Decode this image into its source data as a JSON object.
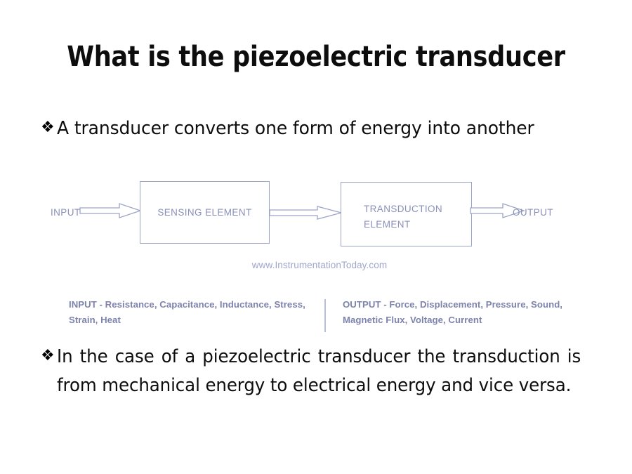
{
  "slide": {
    "title": "What is the piezoelectric transducer",
    "bullet_marker": "❖",
    "bullets": [
      {
        "text": "A transducer converts one form of energy into another"
      },
      {
        "text": "In the case of a piezoelectric transducer the transduction is from mechanical energy to electrical energy and vice versa."
      }
    ]
  },
  "diagram": {
    "input_label": "INPUT",
    "output_label": "OUTPUT",
    "blocks": [
      {
        "label": "SENSING ELEMENT"
      },
      {
        "label_line1": "TRANSDUCTION",
        "label_line2": "ELEMENT"
      }
    ],
    "watermark": "www.InstrumentationToday.com",
    "captions": {
      "input": "INPUT - Resistance, Capacitance, Inductance, Stress, Strain, Heat",
      "output": "OUTPUT - Force, Displacement, Pressure, Sound, Magnetic Flux, Voltage, Current"
    },
    "colors": {
      "box_border": "#9ba4c6",
      "label_text": "#8990ba",
      "caption_text": "#7d83ad",
      "watermark_text": "#a0a6cb",
      "divider": "#b9bed8"
    }
  },
  "page": {
    "background": "#ffffff",
    "text_color": "#0d0d0d"
  }
}
